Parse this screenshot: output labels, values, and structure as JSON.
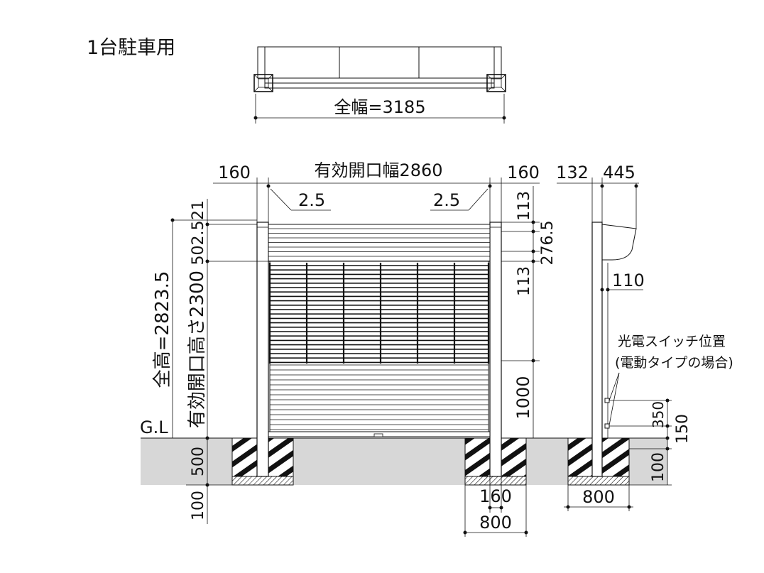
{
  "title": "1台駐車用",
  "plan": {
    "total_width": "全幅=3185"
  },
  "front": {
    "opening_width": "有効開口幅2860",
    "post_left": "160",
    "post_right": "160",
    "gap_left": "2.5",
    "gap_right": "2.5",
    "total_height": "全高=2823.5",
    "opening_height": "有効開口高さ2300",
    "dim_21": "21",
    "dim_502_5": "502.5",
    "dim_113_top": "113",
    "dim_276_5": "276.5",
    "dim_113_mid": "113",
    "dim_1000": "1000",
    "gl": "G.L",
    "dim_500": "500",
    "dim_100_left": "100",
    "dim_160_bottom": "160",
    "dim_800_bottom": "800"
  },
  "side": {
    "dim_132": "132",
    "dim_445": "445",
    "dim_110": "110",
    "sensor_label_1": "光電スイッチ位置",
    "sensor_label_2": "(電動タイプの場合)",
    "dim_350": "350",
    "dim_150": "150",
    "dim_100": "100",
    "dim_800": "800"
  },
  "colors": {
    "ground": "#d7d7d7",
    "line": "#111111"
  }
}
